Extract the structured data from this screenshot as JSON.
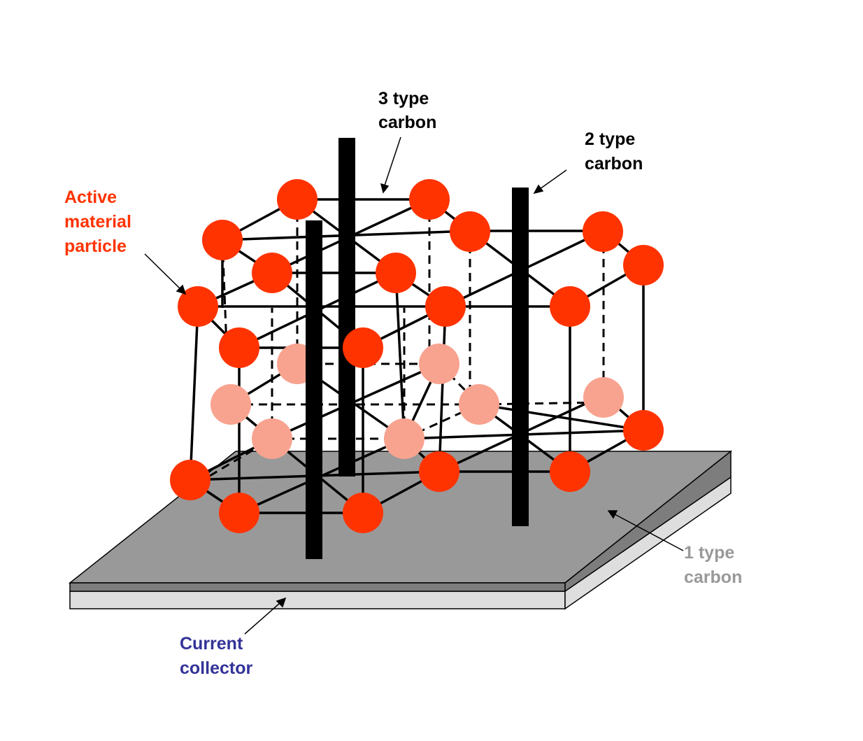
{
  "labels": {
    "type3": {
      "line1": "3 type",
      "line2": "carbon"
    },
    "type2": {
      "line1": "2 type",
      "line2": "carbon"
    },
    "active": {
      "line1": "Active",
      "line2": "material",
      "line3": "particle"
    },
    "type1": {
      "line1": "1 type",
      "line2": "carbon"
    },
    "collector": {
      "line1": "Current",
      "line2": "collector"
    }
  },
  "colors": {
    "particle": "#ff3300",
    "particle_faded": "#f8a390",
    "active_label": "#ff3300",
    "collector_label": "#333399",
    "type1_label": "#999999",
    "carbon_type2_3": "#000000",
    "carbon_type1_sheet": "#999999"
  }
}
